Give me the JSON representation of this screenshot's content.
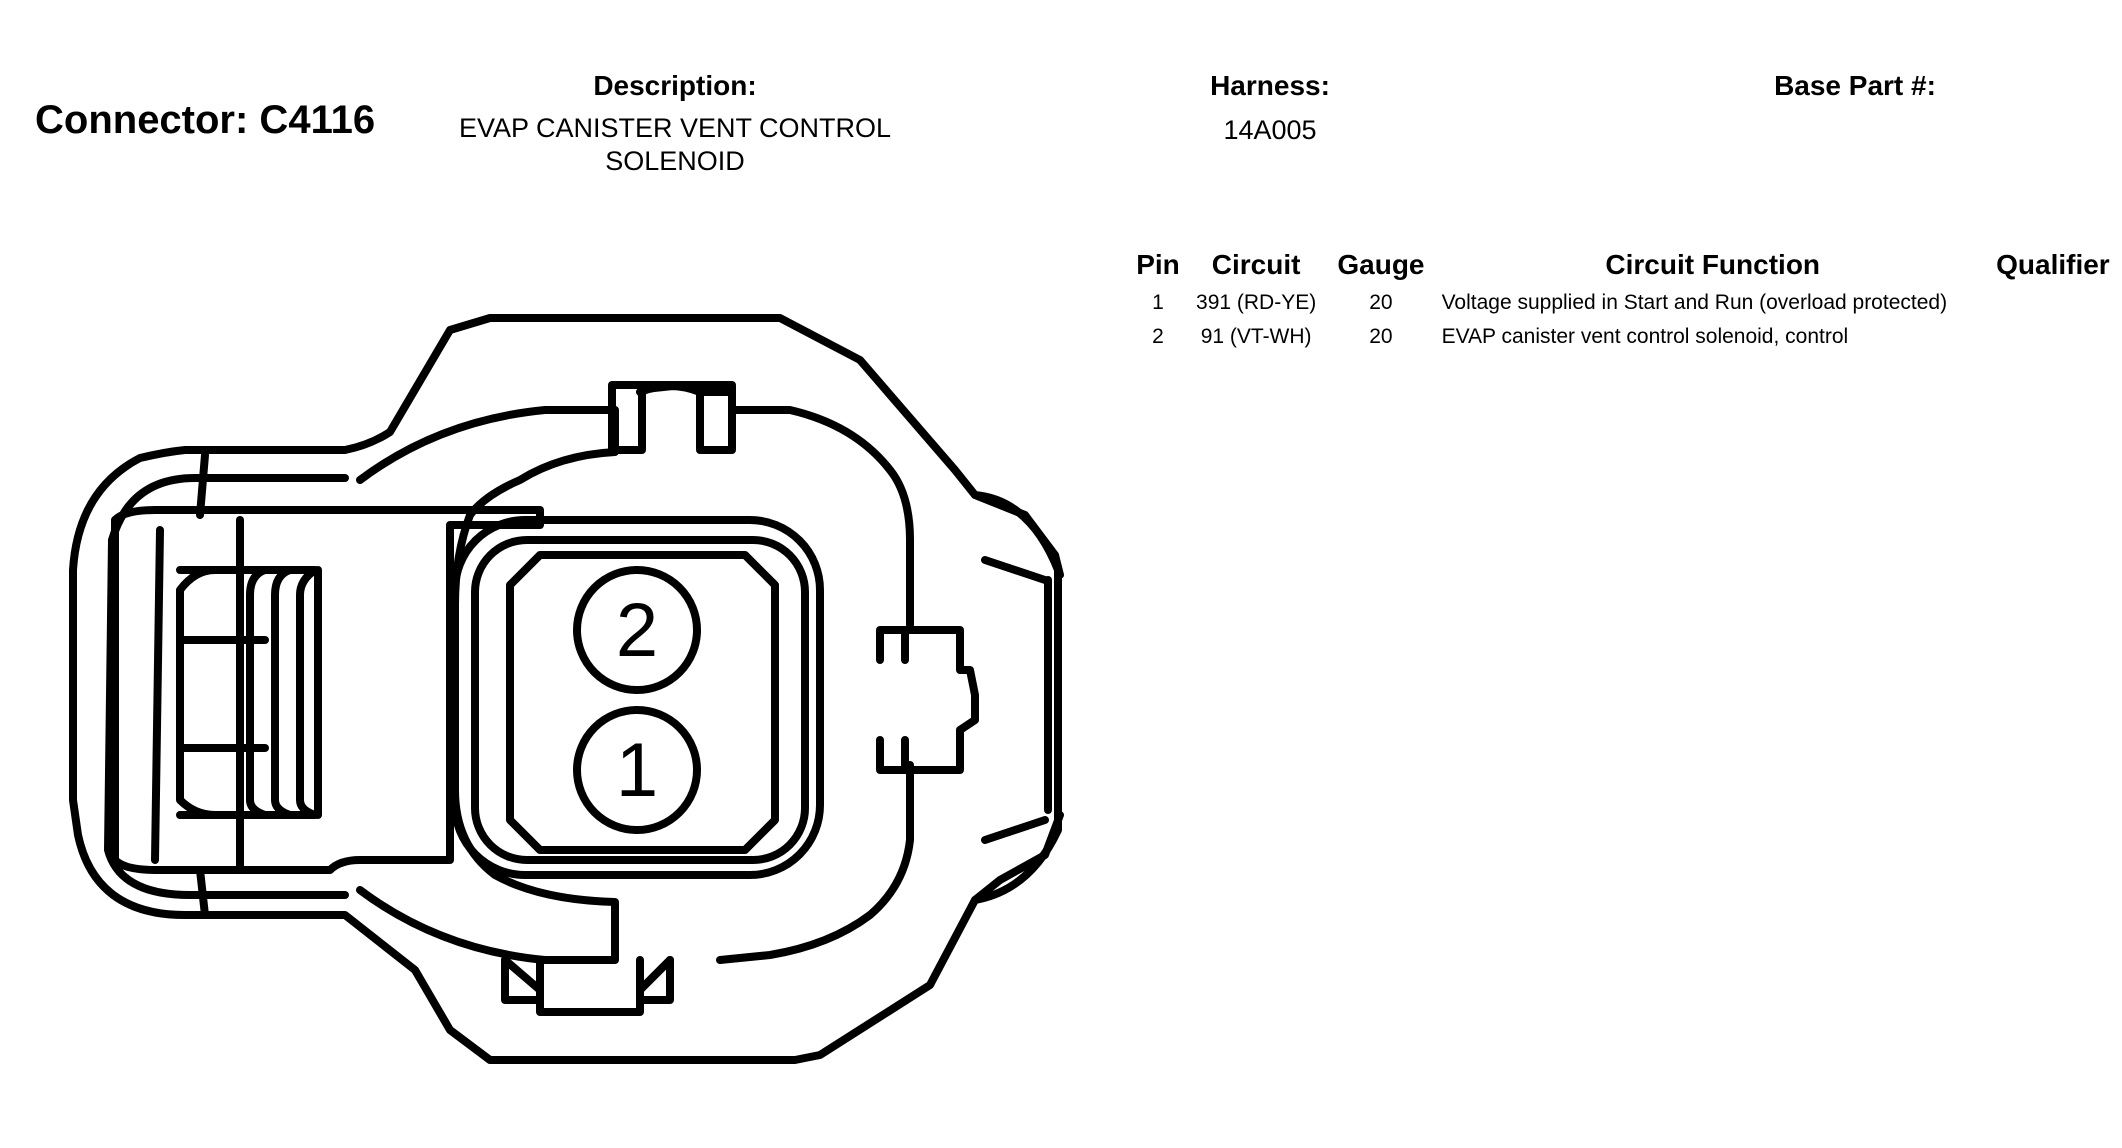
{
  "header": {
    "connector_label": "Connector: C4116",
    "description_label": "Description:",
    "description_line1": "EVAP CANISTER VENT CONTROL",
    "description_line2": "SOLENOID",
    "harness_label": "Harness:",
    "harness_value": "14A005",
    "base_part_label": "Base Part #:"
  },
  "pin_table": {
    "columns": {
      "pin": "Pin",
      "circuit": "Circuit",
      "gauge": "Gauge",
      "function": "Circuit Function",
      "qualifier": "Qualifier"
    },
    "rows": [
      {
        "pin": "1",
        "circuit": "391 (RD-YE)",
        "gauge": "20",
        "function": "Voltage supplied in Start and Run (overload protected)",
        "qualifier": ""
      },
      {
        "pin": "2",
        "circuit": "91 (VT-WH)",
        "gauge": "20",
        "function": "EVAP canister vent control solenoid, control",
        "qualifier": ""
      }
    ]
  },
  "diagram": {
    "pins": [
      {
        "label": "2"
      },
      {
        "label": "1"
      }
    ]
  }
}
